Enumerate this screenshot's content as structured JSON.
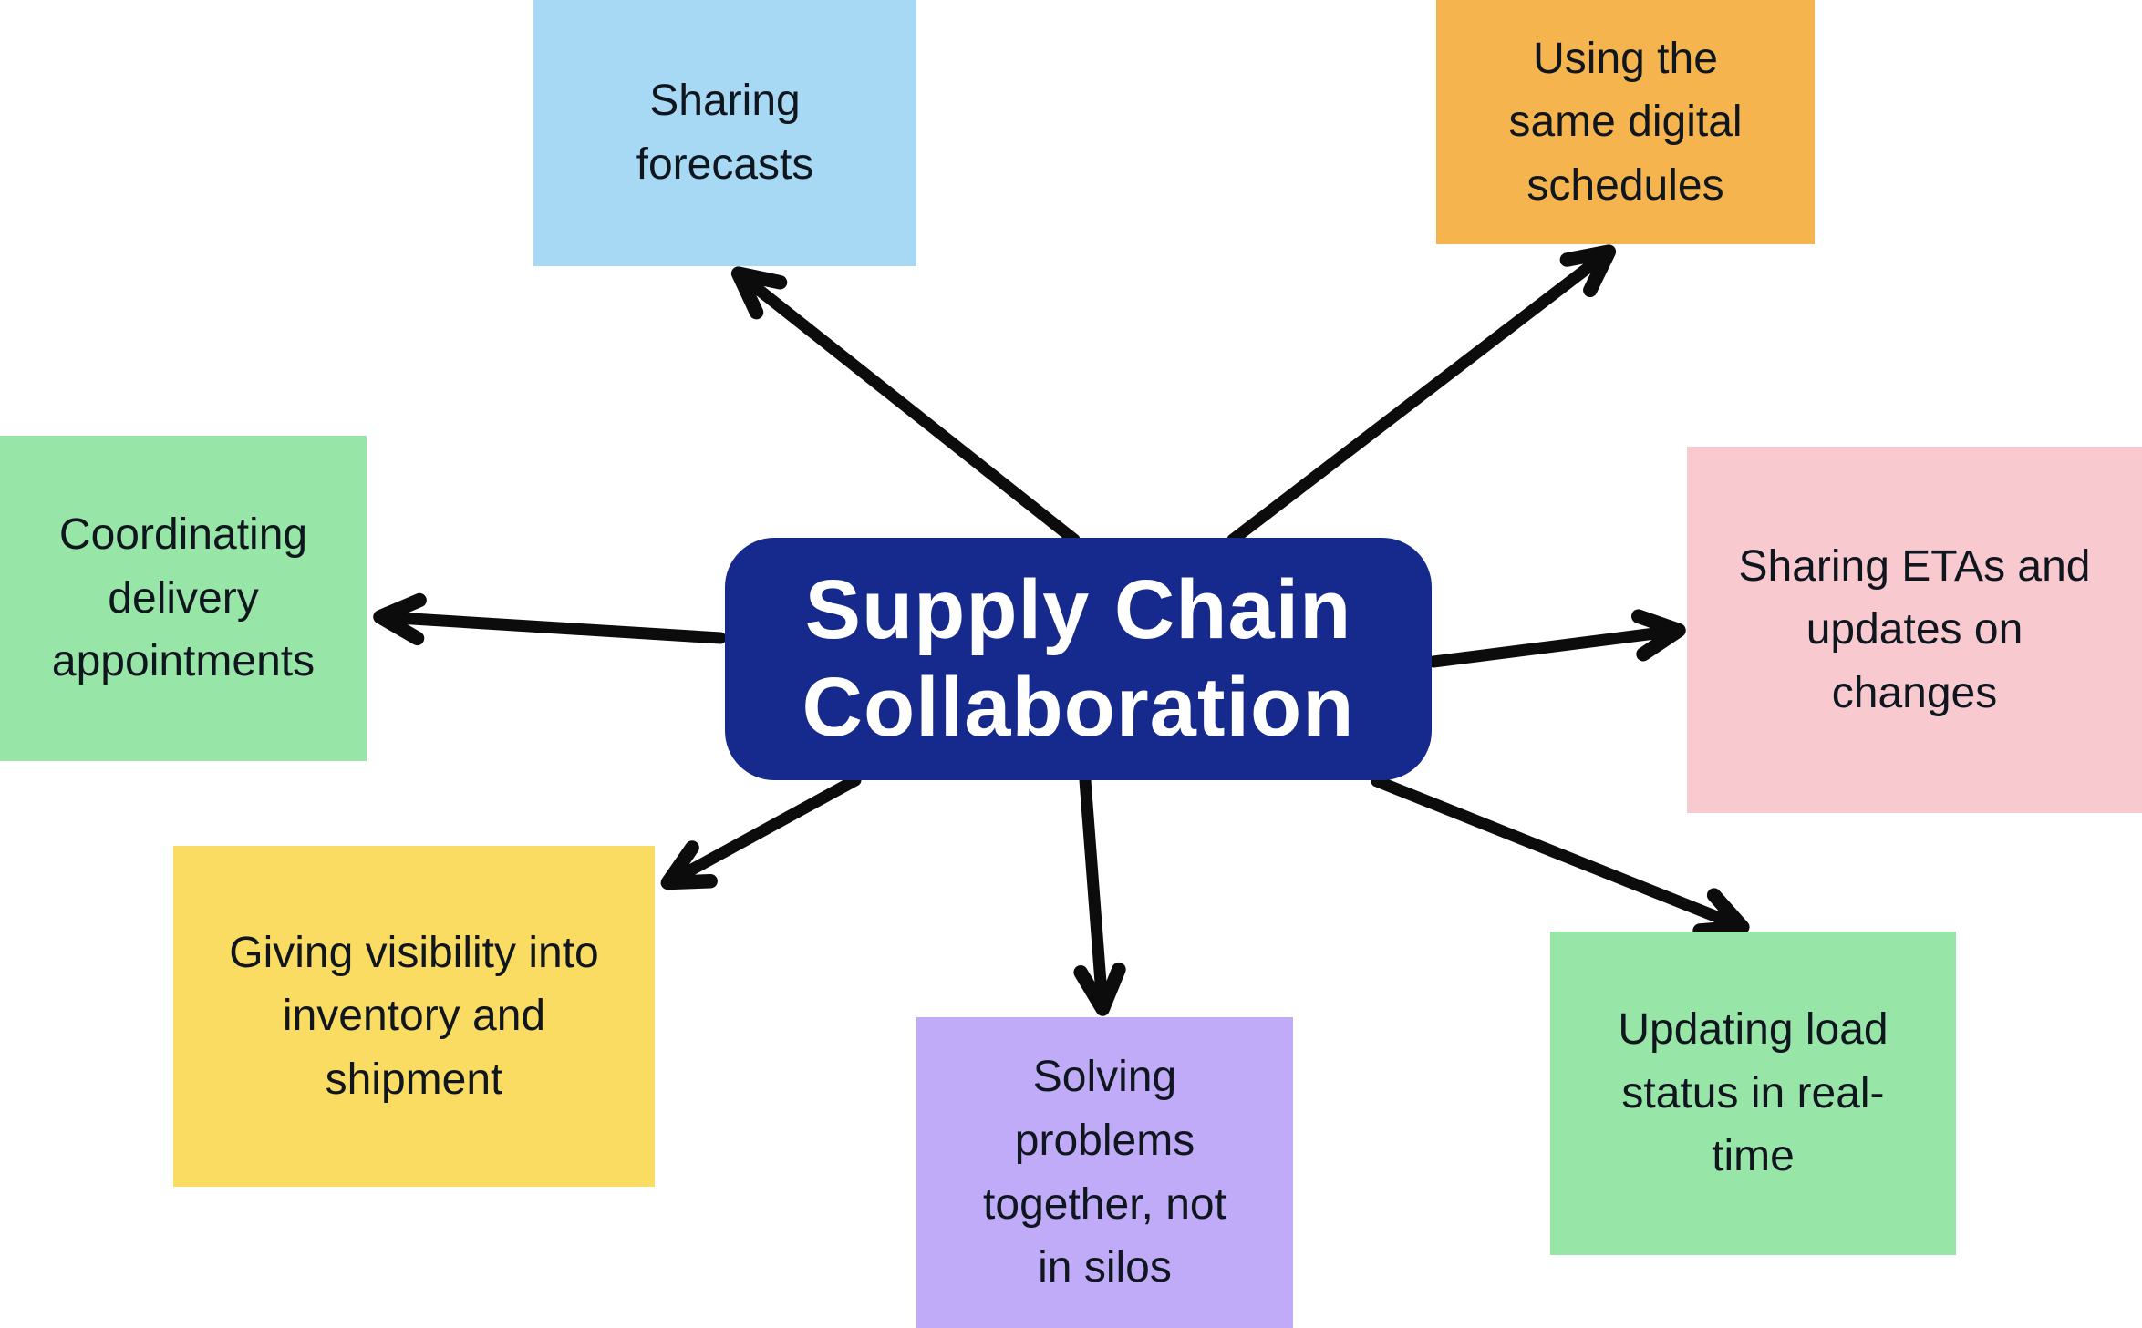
{
  "diagram_title": "Supply Chain Collaboration",
  "background_color": "#FFFFFF",
  "arrow_color": "#0C0C0C",
  "node_text_color": "#10161E",
  "center": {
    "label": "Supply Chain\nCollaboration",
    "bg_color": "#16298C",
    "text_color": "#FFFFFF"
  },
  "nodes": [
    {
      "id": "sharing-forecasts",
      "label": "Sharing\nforecasts",
      "bg_color": "#A7D9F4",
      "position": "top-left"
    },
    {
      "id": "using-same-digital-schedules",
      "label": "Using the\nsame digital\nschedules",
      "bg_color": "#F6B44F",
      "position": "top-right"
    },
    {
      "id": "coordinating-delivery-appointments",
      "label": "Coordinating\ndelivery\nappointments",
      "bg_color": "#97E5A7",
      "position": "left"
    },
    {
      "id": "sharing-etas-and-updates",
      "label": "Sharing ETAs and\nupdates on\nchanges",
      "bg_color": "#F9C9D0",
      "position": "right"
    },
    {
      "id": "giving-visibility",
      "label": "Giving visibility into\ninventory and\nshipment",
      "bg_color": "#FADC63",
      "position": "bottom-left"
    },
    {
      "id": "solving-problems-together",
      "label": "Solving\nproblems\ntogether, not\nin silos",
      "bg_color": "#BFABF7",
      "position": "bottom-center"
    },
    {
      "id": "updating-load-status",
      "label": "Updating load\nstatus in real-\ntime",
      "bg_color": "#97E5A7",
      "position": "bottom-right"
    }
  ]
}
